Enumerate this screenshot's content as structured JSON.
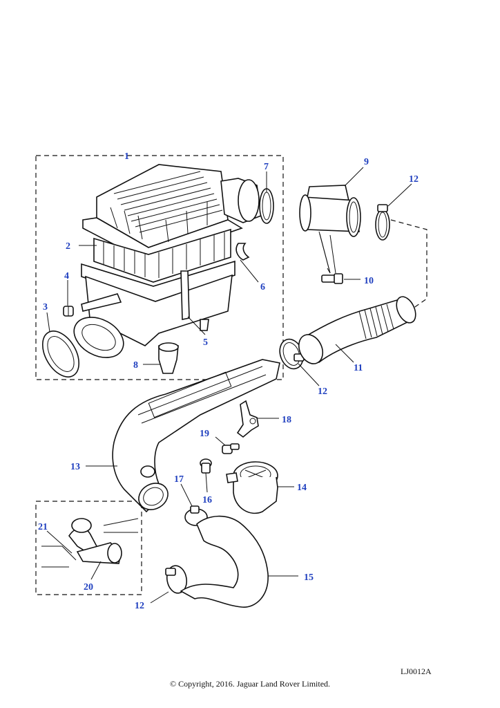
{
  "diagram": {
    "reference_code": "LJ0012A",
    "copyright": "© Copyright, 2016. Jaguar Land Rover Limited.",
    "callouts": [
      "1",
      "2",
      "3",
      "4",
      "5",
      "6",
      "7",
      "8",
      "9",
      "10",
      "11",
      "12",
      "12",
      "12",
      "13",
      "14",
      "15",
      "16",
      "17",
      "18",
      "19",
      "20",
      "21"
    ]
  }
}
